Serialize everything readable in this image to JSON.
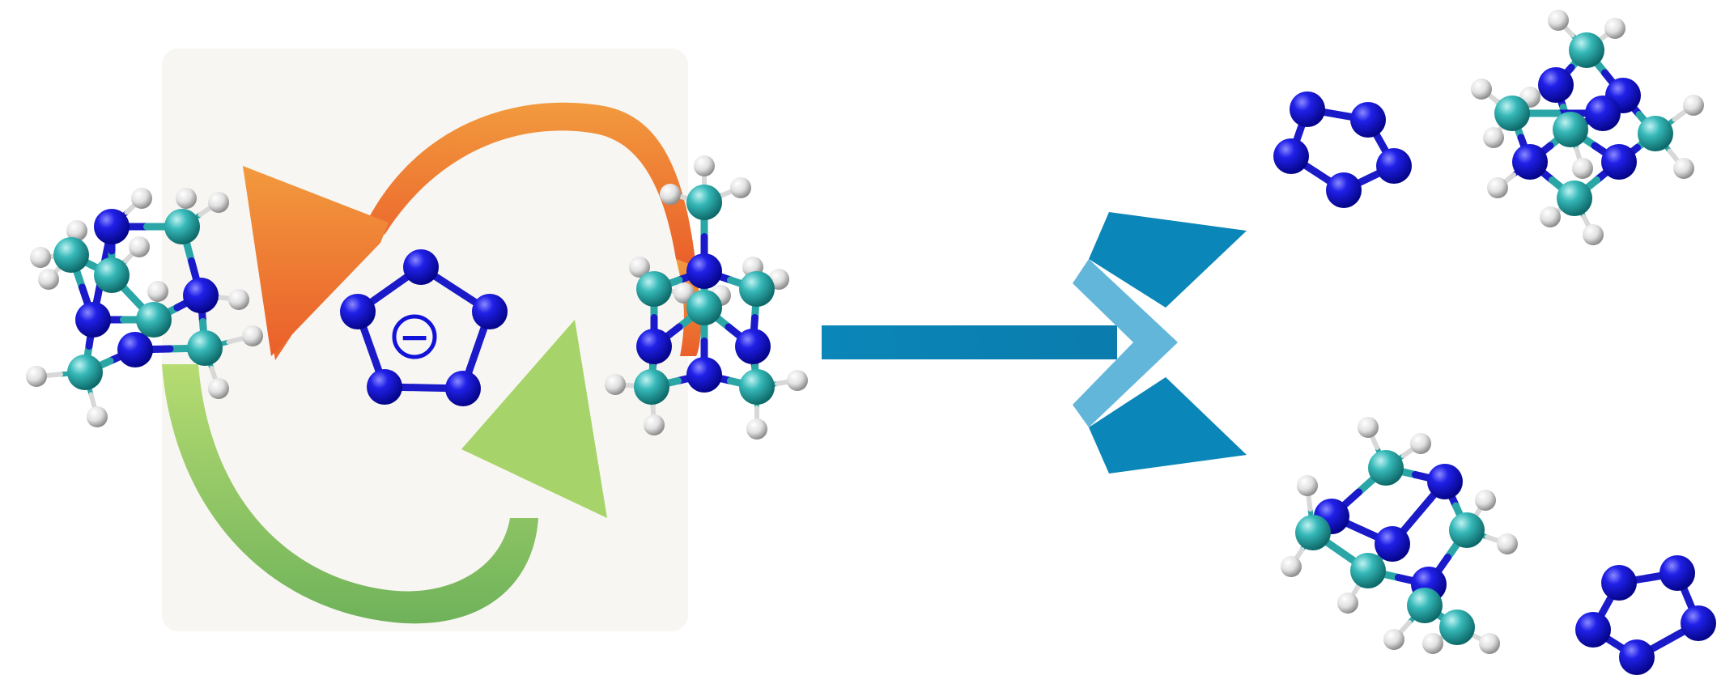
{
  "charge_symbol": "−",
  "colors": {
    "background": "#ffffff",
    "cycle_background": "#f7f5f1",
    "orange_arrow": "#ef8a36",
    "orange_arrow_dark": "#ea5f2a",
    "green_arrow": "#a6d46a",
    "green_arrow_dark": "#6fb25a",
    "blue_arrow": "#0b86b8",
    "blue_arrow_light": "#62b6da",
    "nitrogen": "#1212d8",
    "carbon": "#2fb3b3",
    "hydrogen": "#e6e6e6",
    "bond": "#1a1ac8"
  },
  "molecules": [
    {
      "name": "cation-left",
      "element_set": [
        "N",
        "C",
        "H"
      ]
    },
    {
      "name": "pentazolate-anion",
      "element_set": [
        "N"
      ]
    },
    {
      "name": "cation-right",
      "element_set": [
        "N",
        "C",
        "H"
      ]
    },
    {
      "name": "pentazole-product-top",
      "element_set": [
        "N"
      ]
    },
    {
      "name": "cation-product-top",
      "element_set": [
        "N",
        "C",
        "H"
      ]
    },
    {
      "name": "cation-product-bottom",
      "element_set": [
        "N",
        "C",
        "H"
      ]
    },
    {
      "name": "pentazole-product-bottom",
      "element_set": [
        "N"
      ]
    }
  ]
}
